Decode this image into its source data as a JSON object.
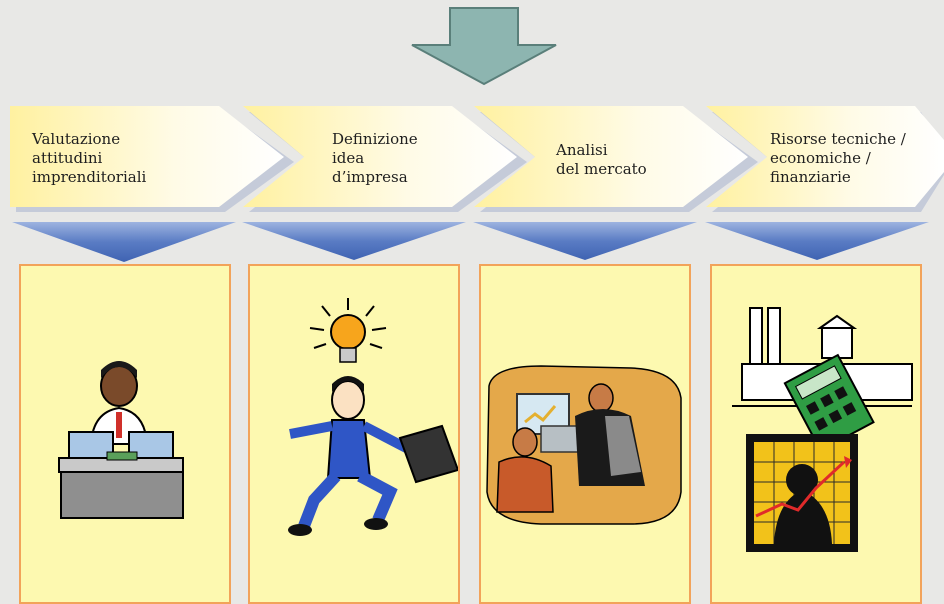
{
  "colors": {
    "background": "#e8e8e6",
    "arrow_top": "#8db5b0",
    "chevron_fill": "#fff6b8",
    "chevron_shadow": "#c9cfe0",
    "triangle": "#4f73bd",
    "box_fill": "#fdf9b0",
    "box_border": "#f2a35a"
  },
  "steps": [
    {
      "label": "Valutazione\nattitudini\n imprenditoriali",
      "icon": "businessman-at-desk-icon"
    },
    {
      "label": "Definizione\nidea\nd’impresa",
      "icon": "running-man-lightbulb-icon"
    },
    {
      "label": "Analisi\ndel mercato",
      "icon": "people-at-computer-icon"
    },
    {
      "label": "Risorse tecniche /\n economiche /\n finanziarie",
      "icon": "factory-calculator-chart-icon"
    }
  ]
}
